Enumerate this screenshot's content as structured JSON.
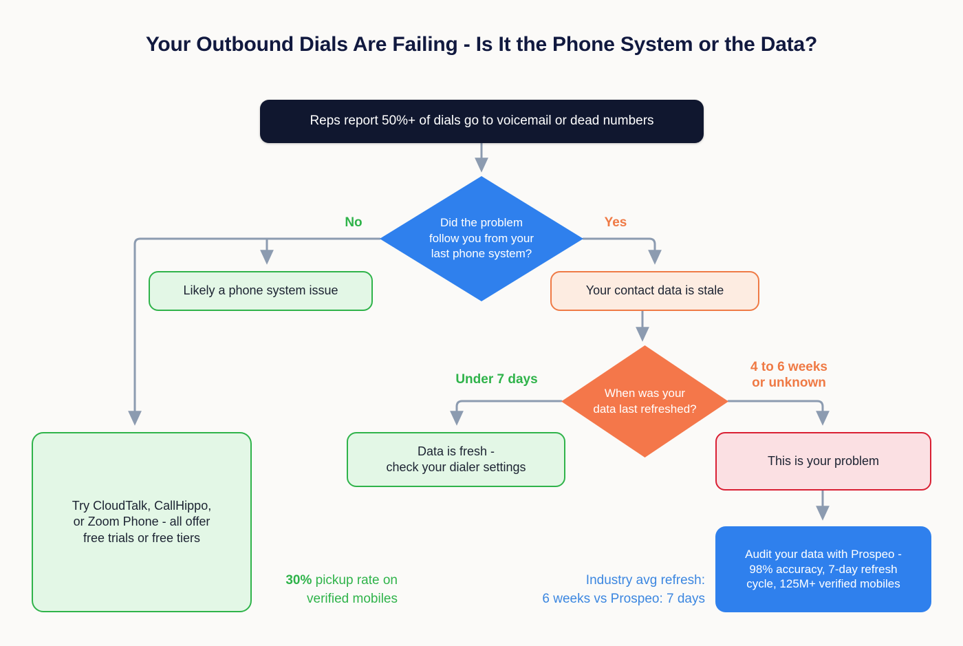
{
  "page": {
    "title": "Your Outbound Dials Are Failing - Is It the Phone System or the Data?",
    "background_color": "#fbfaf8"
  },
  "colors": {
    "title": "#11193f",
    "start_node": "#10172f",
    "blue_decision": "#2f80ed",
    "orange_decision": "#f4774a",
    "green_accent": "#2fb34a",
    "green_fill": "#e3f7e6",
    "orange_accent": "#ef7a45",
    "orange_fill": "#fdece1",
    "red_accent": "#d91f33",
    "red_fill": "#fbe0e3",
    "blue_cta": "#2f80ed",
    "connector": "#8c9bb0"
  },
  "nodes": {
    "start": {
      "label": "Reps report 50%+ of dials go to voicemail or dead numbers",
      "shape": "rounded-rect",
      "style": "dark"
    },
    "decision_1": {
      "label": "Did the problem\nfollow you from your\nlast phone system?",
      "shape": "diamond",
      "style": "blue"
    },
    "decision_2": {
      "label": "When was your\ndata last refreshed?",
      "shape": "diamond",
      "style": "orange"
    },
    "phone_issue": {
      "label": "Likely a phone system issue",
      "shape": "rounded-rect",
      "style": "green"
    },
    "stale_data": {
      "label": "Your contact data is stale",
      "shape": "rounded-rect",
      "style": "orange"
    },
    "try_providers": {
      "label": "Try CloudTalk, CallHippo,\nor Zoom Phone - all offer\nfree trials or free tiers",
      "shape": "rounded-rect",
      "style": "green"
    },
    "data_fresh": {
      "label": "Data is fresh -\ncheck your dialer settings",
      "shape": "rounded-rect",
      "style": "green"
    },
    "this_is_problem": {
      "label": "This is your problem",
      "shape": "rounded-rect",
      "style": "red"
    },
    "audit_cta": {
      "label": "Audit your data with Prospeo -\n98% accuracy, 7-day refresh\ncycle, 125M+ verified mobiles",
      "shape": "rounded-rect",
      "style": "blue-filled"
    }
  },
  "edge_labels": {
    "no": "No",
    "yes": "Yes",
    "under_7_days": "Under 7 days",
    "four_to_six_weeks": "4 to 6 weeks\nor unknown"
  },
  "stats": {
    "pickup_value": "30%",
    "pickup_text": " pickup rate on\nverified mobiles",
    "refresh_text": "Industry avg refresh:\n6 weeks vs Prospeo: 7 days"
  },
  "chart_data": {
    "type": "diagram",
    "title": "Your Outbound Dials Are Failing - Is It the Phone System or the Data?",
    "diagram_kind": "decision-flowchart",
    "nodes": [
      {
        "id": "start",
        "text": "Reps report 50%+ of dials go to voicemail or dead numbers",
        "shape": "rounded-rect",
        "fill": "#10172f"
      },
      {
        "id": "decision_1",
        "text": "Did the problem follow you from your last phone system?",
        "shape": "diamond",
        "fill": "#2f80ed"
      },
      {
        "id": "phone_issue",
        "text": "Likely a phone system issue",
        "shape": "rounded-rect",
        "fill": "#e3f7e6"
      },
      {
        "id": "stale_data",
        "text": "Your contact data is stale",
        "shape": "rounded-rect",
        "fill": "#fdece1"
      },
      {
        "id": "try_providers",
        "text": "Try CloudTalk, CallHippo, or Zoom Phone - all offer free trials or free tiers",
        "shape": "rounded-rect",
        "fill": "#e3f7e6"
      },
      {
        "id": "decision_2",
        "text": "When was your data last refreshed?",
        "shape": "diamond",
        "fill": "#f4774a"
      },
      {
        "id": "data_fresh",
        "text": "Data is fresh - check your dialer settings",
        "shape": "rounded-rect",
        "fill": "#e3f7e6"
      },
      {
        "id": "this_is_problem",
        "text": "This is your problem",
        "shape": "rounded-rect",
        "fill": "#fbe0e3"
      },
      {
        "id": "audit_cta",
        "text": "Audit your data with Prospeo - 98% accuracy, 7-day refresh cycle, 125M+ verified mobiles",
        "shape": "rounded-rect",
        "fill": "#2f80ed"
      }
    ],
    "edges": [
      {
        "from": "start",
        "to": "decision_1",
        "label": ""
      },
      {
        "from": "decision_1",
        "to": "phone_issue",
        "label": "No"
      },
      {
        "from": "decision_1",
        "to": "try_providers",
        "label": "No"
      },
      {
        "from": "decision_1",
        "to": "stale_data",
        "label": "Yes"
      },
      {
        "from": "stale_data",
        "to": "decision_2",
        "label": ""
      },
      {
        "from": "decision_2",
        "to": "data_fresh",
        "label": "Under 7 days"
      },
      {
        "from": "decision_2",
        "to": "this_is_problem",
        "label": "4 to 6 weeks or unknown"
      },
      {
        "from": "this_is_problem",
        "to": "audit_cta",
        "label": ""
      }
    ],
    "annotations": [
      {
        "text": "30% pickup rate on verified mobiles",
        "color": "#2fb34a"
      },
      {
        "text": "Industry avg refresh: 6 weeks vs Prospeo: 7 days",
        "color": "#3b86e0"
      }
    ]
  }
}
